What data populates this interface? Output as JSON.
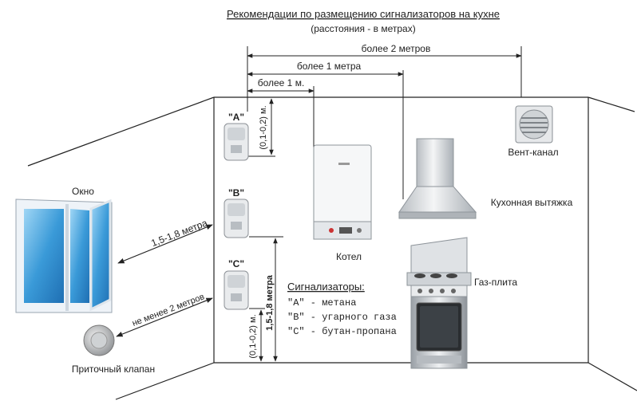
{
  "header": {
    "title": "Рекомендации по размещению сигнализаторов на кухне",
    "subtitle": "(расстояния - в метрах)"
  },
  "dimensions": {
    "more_2m": "более 2 метров",
    "more_1m_long": "более 1 метра",
    "more_1m_short": "более 1 м.",
    "vertical_top": "(0,1-0,2) м.",
    "vertical_bottom": "(0,1-0,2) м.",
    "height_range": "1,5-1,8 метра",
    "window_distance": "1,5-1,8 метра",
    "valve_distance": "не менее 2 метров"
  },
  "sensors": [
    {
      "label": "\"А\""
    },
    {
      "label": "\"В\""
    },
    {
      "label": "\"С\""
    }
  ],
  "labels": {
    "window": "Окно",
    "boiler": "Котел",
    "vent": "Вент-канал",
    "hood": "Кухонная вытяжка",
    "stove": "Газ-плита",
    "valve": "Приточный клапан"
  },
  "legend": {
    "title": "Сигнализаторы:",
    "items": [
      "\"А\" - метана",
      "\"В\" - угарного газа",
      "\"С\" - бутан-пропана"
    ]
  },
  "colors": {
    "line": "#222222",
    "glass": "#4aa8e0",
    "frame": "#e6eef5",
    "metal": "#c8ccd0"
  }
}
